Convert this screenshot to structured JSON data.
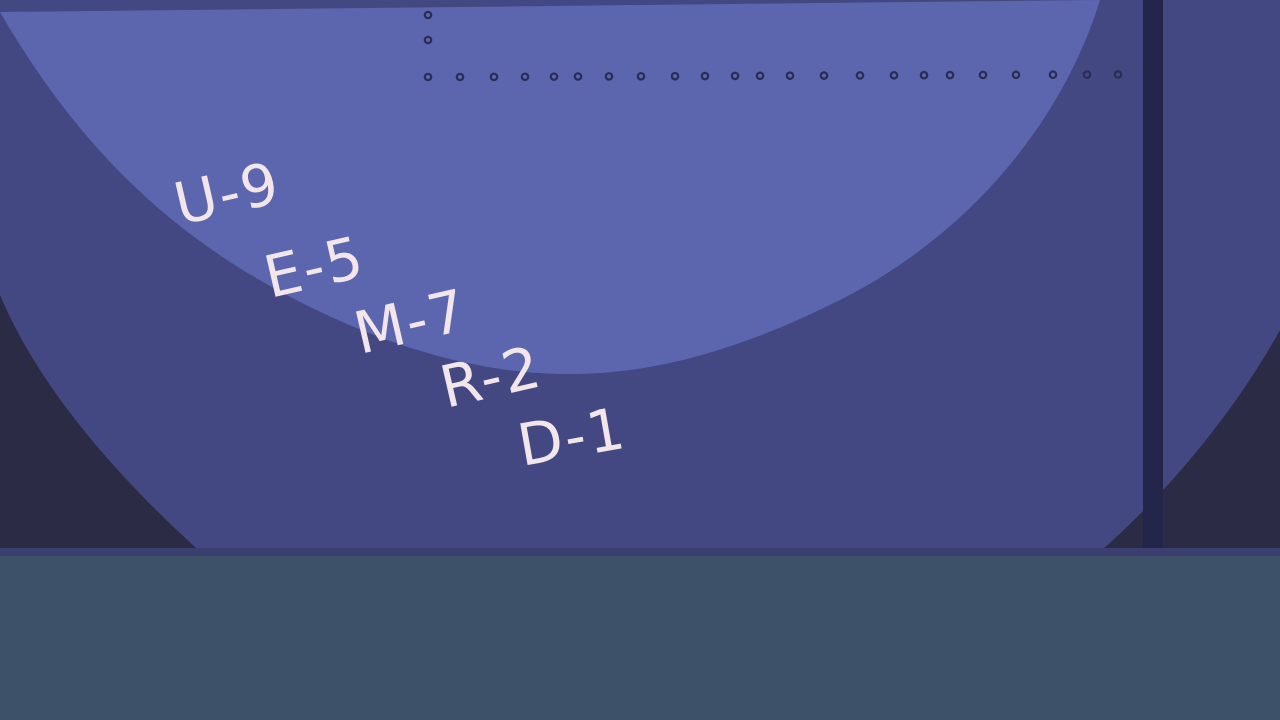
{
  "scene": {
    "colors": {
      "backdrop": "#2b2b45",
      "wall": "#444882",
      "light_pool": "#5c66ae",
      "pole": "#23264a",
      "rivets": "#2a2d52",
      "floor": "#3d5169",
      "floor_edge": "#3a3f6f",
      "chalk": "#f3e6ea"
    },
    "chalk_labels": [
      {
        "text": "U-9"
      },
      {
        "text": "E-5"
      },
      {
        "text": "M-7"
      },
      {
        "text": "R-2"
      },
      {
        "text": "D-1"
      }
    ]
  }
}
